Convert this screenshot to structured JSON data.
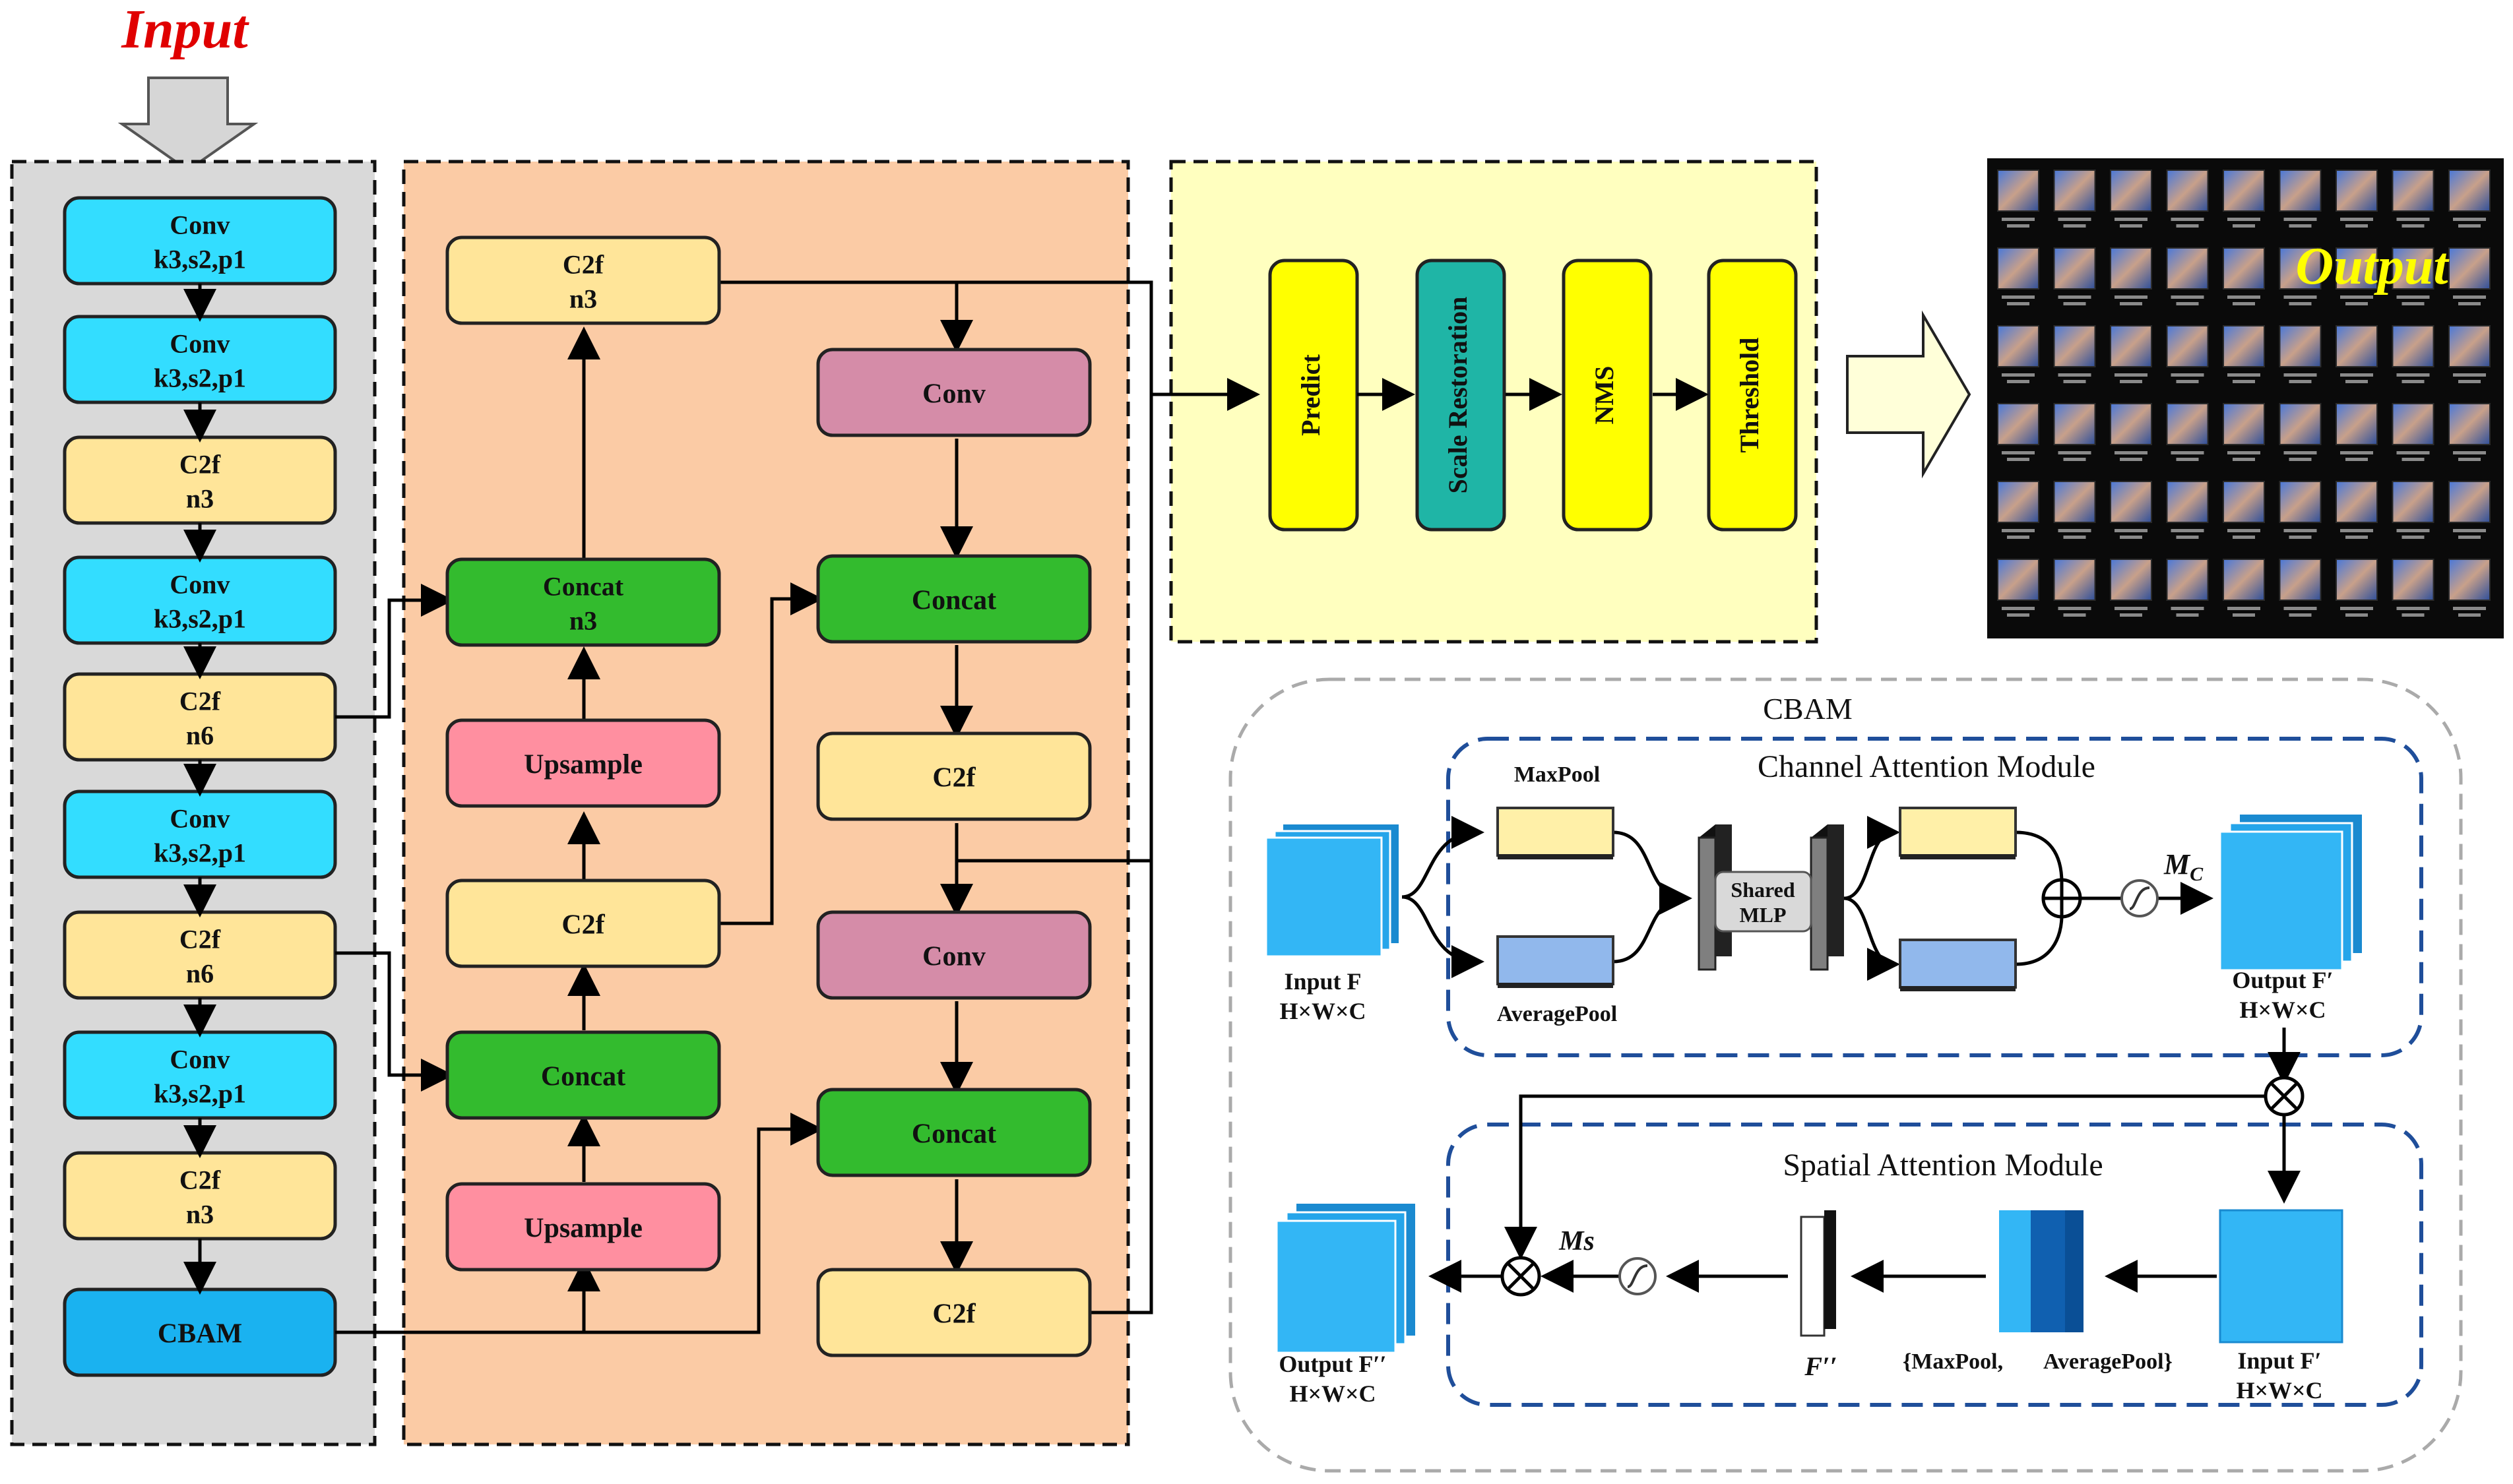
{
  "input_label": "Input",
  "output_label": "Output",
  "backbone": [
    {
      "line1": "Conv",
      "line2": "k3,s2,p1",
      "kind": "conv"
    },
    {
      "line1": "Conv",
      "line2": "k3,s2,p1",
      "kind": "conv"
    },
    {
      "line1": "C2f",
      "line2": "n3",
      "kind": "c2f"
    },
    {
      "line1": "Conv",
      "line2": "k3,s2,p1",
      "kind": "conv"
    },
    {
      "line1": "C2f",
      "line2": "n6",
      "kind": "c2f"
    },
    {
      "line1": "Conv",
      "line2": "k3,s2,p1",
      "kind": "conv"
    },
    {
      "line1": "C2f",
      "line2": "n6",
      "kind": "c2f"
    },
    {
      "line1": "Conv",
      "line2": "k3,s2,p1",
      "kind": "conv"
    },
    {
      "line1": "C2f",
      "line2": "n3",
      "kind": "c2f"
    },
    {
      "line1": "CBAM",
      "line2": "",
      "kind": "cbam"
    }
  ],
  "neck_left": [
    {
      "line1": "C2f",
      "line2": "n3",
      "kind": "c2f"
    },
    {
      "line1": "Concat",
      "line2": "n3",
      "kind": "concat"
    },
    {
      "line1": "Upsample",
      "line2": "",
      "kind": "upsample"
    },
    {
      "line1": "C2f",
      "line2": "",
      "kind": "c2f"
    },
    {
      "line1": "Concat",
      "line2": "",
      "kind": "concat"
    },
    {
      "line1": "Upsample",
      "line2": "",
      "kind": "upsample"
    }
  ],
  "neck_right": [
    {
      "line1": "Conv",
      "line2": "",
      "kind": "convneck"
    },
    {
      "line1": "Concat",
      "line2": "",
      "kind": "concat"
    },
    {
      "line1": "C2f",
      "line2": "",
      "kind": "c2f"
    },
    {
      "line1": "Conv",
      "line2": "",
      "kind": "convneck"
    },
    {
      "line1": "Concat",
      "line2": "",
      "kind": "concat"
    },
    {
      "line1": "C2f",
      "line2": "",
      "kind": "c2f"
    }
  ],
  "head": [
    {
      "label": "Predict",
      "kind": "yellow"
    },
    {
      "label": "Scale Restoration",
      "kind": "teal"
    },
    {
      "label": "NMS",
      "kind": "yellow"
    },
    {
      "label": "Threshold",
      "kind": "yellow"
    }
  ],
  "cbam": {
    "title": "CBAM",
    "channel_title": "Channel Attention Module",
    "spatial_title": "Spatial Attention Module",
    "maxpool": "MaxPool",
    "averagepool": "AveragePool",
    "shared_mlp_1": "Shared",
    "shared_mlp_2": "MLP",
    "mc": "M",
    "mc_sub": "C",
    "ms": "Ms",
    "input_f": "Input F",
    "hwc": "H×W×C",
    "output_f1": "Output F′",
    "input_f1": "Input F′",
    "output_f2": "Output F′′",
    "f2": "F′′",
    "pool_pair_1": "{MaxPool,",
    "pool_pair_2": "AveragePool}"
  },
  "colors": {
    "conv": "#33ddff",
    "c2f": "#ffe599",
    "cbam": "#1ab2f0",
    "concat": "#33bb2e",
    "upsample": "#ff8fa0",
    "convneck": "#d58ca8",
    "yellow": "#ffff00",
    "teal": "#1fb5a6",
    "backbone_bg": "#d9d9d9",
    "neck_bg": "#fbcba5",
    "head_bg": "#ffffbf"
  }
}
